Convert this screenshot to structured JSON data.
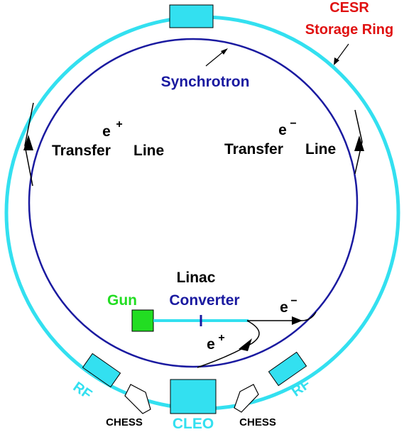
{
  "labels": {
    "cesr_line1": "CESR",
    "cesr_line2": "Storage Ring",
    "synchrotron": "Synchrotron",
    "e_plus_symbol_left": "e",
    "e_plus_sup_left": "+",
    "transfer_line_left_1": "Transfer",
    "transfer_line_left_2": "Line",
    "e_minus_symbol_right": "e",
    "e_minus_sup_right": "−",
    "transfer_line_right_1": "Transfer",
    "transfer_line_right_2": "Line",
    "linac": "Linac",
    "gun": "Gun",
    "converter": "Converter",
    "e_minus_out": "e",
    "e_minus_out_sup": "−",
    "e_plus_out": "e",
    "e_plus_out_sup": "+",
    "rf_left": "RF",
    "rf_right": "RF",
    "chess_left": "CHESS",
    "chess_right": "CHESS",
    "cleo": "CLEO"
  },
  "colors": {
    "storage_ring": "#33e0f0",
    "synchrotron": "#1a1aa0",
    "cesr_text": "#e01010",
    "gun": "#22dd22",
    "black": "#000000"
  }
}
